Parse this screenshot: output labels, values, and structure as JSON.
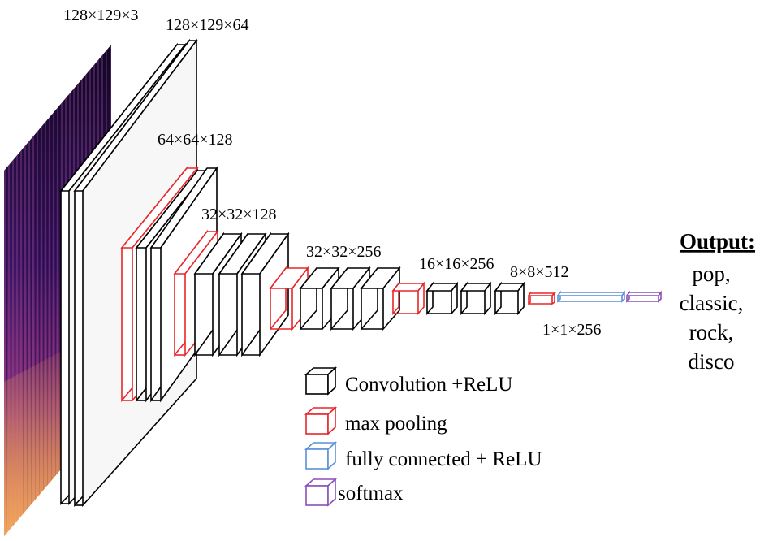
{
  "dimension_labels": {
    "input": "128×129×3",
    "conv1": "128×129×64",
    "conv2": "64×64×128",
    "conv3": "32×32×128",
    "conv4": "32×32×256",
    "conv5": "16×16×256",
    "pool5": "8×8×512",
    "fc": "1×1×256"
  },
  "legend": {
    "conv": "Convolution +ReLU",
    "pool": "max pooling",
    "fc": "fully connected + ReLU",
    "softmax": "softmax"
  },
  "output": {
    "title": "Output:",
    "classes": [
      "pop,",
      "classic,",
      "rock,",
      "disco"
    ]
  },
  "colors": {
    "conv": "#000000",
    "pool": "#e8262a",
    "fc": "#5b8fd6",
    "softmax": "#8a4fb8",
    "spectrogram_dark": "#1a0a35",
    "spectrogram_mid": "#7a2a8a",
    "spectrogram_hot": "#f08a3c"
  }
}
